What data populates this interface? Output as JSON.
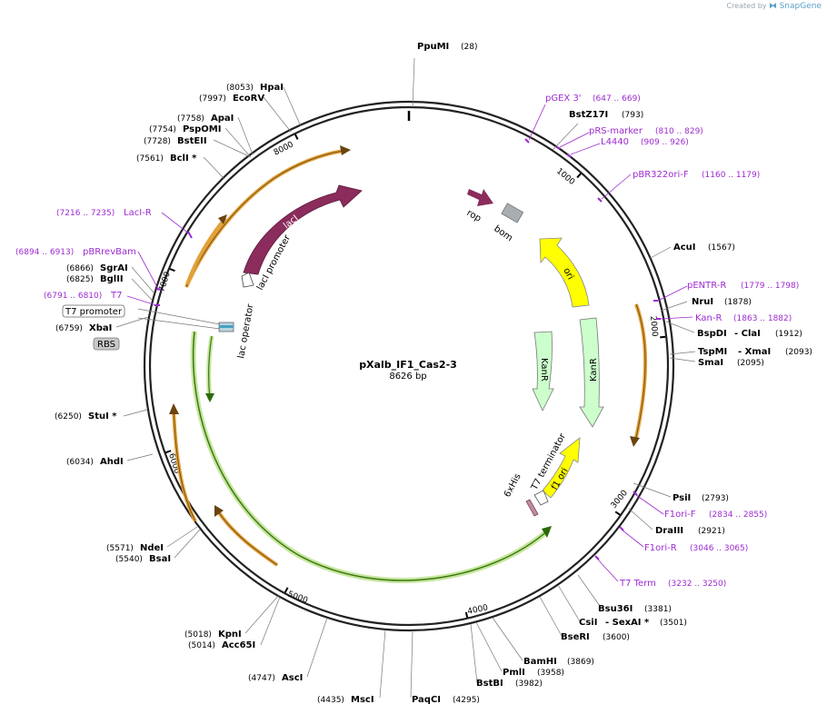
{
  "credit": {
    "prefix": "Created by",
    "brand": "SnapGene"
  },
  "plasmid": {
    "name": "pXalb_IF1_Cas2-3",
    "size_label": "8626 bp",
    "length": 8626
  },
  "ticks": [
    "1000",
    "2000",
    "3000",
    "4000",
    "5000",
    "6000",
    "7000",
    "8000"
  ],
  "enzymes": [
    {
      "name": "PpuMI",
      "pos": "(28)"
    },
    {
      "name": "BstZ17I",
      "pos": "(793)"
    },
    {
      "name": "AcuI",
      "pos": "(1567)"
    },
    {
      "name": "NruI",
      "pos": "(1878)"
    },
    {
      "name": "BspDI",
      "name2": "- ClaI",
      "pos": "(1912)"
    },
    {
      "name": "TspMI",
      "name2": "- XmaI",
      "pos": "(2093)"
    },
    {
      "name": "SmaI",
      "pos": "(2095)"
    },
    {
      "name": "PsiI",
      "pos": "(2793)"
    },
    {
      "name": "DraIII",
      "pos": "(2921)"
    },
    {
      "name": "Bsu36I",
      "pos": "(3381)"
    },
    {
      "name": "CsiI",
      "name2": "- SexAI *",
      "pos": "(3501)"
    },
    {
      "name": "BseRI",
      "pos": "(3600)"
    },
    {
      "name": "BamHI",
      "pos": "(3869)"
    },
    {
      "name": "PmlI",
      "pos": "(3958)"
    },
    {
      "name": "BstBI",
      "pos": "(3982)"
    },
    {
      "name": "PaqCI",
      "pos": "(4295)"
    },
    {
      "name": "MscI",
      "pos": "(4435)"
    },
    {
      "name": "AscI",
      "pos": "(4747)"
    },
    {
      "name": "KpnI",
      "pos": "(5018)"
    },
    {
      "name": "Acc65I",
      "pos": "(5014)"
    },
    {
      "name": "NdeI",
      "pos": "(5571)"
    },
    {
      "name": "BsaI",
      "pos": "(5540)"
    },
    {
      "name": "AhdI",
      "pos": "(6034)"
    },
    {
      "name": "StuI *",
      "pos": "(6250)"
    },
    {
      "name": "XbaI",
      "pos": "(6759)"
    },
    {
      "name": "BglII",
      "pos": "(6825)"
    },
    {
      "name": "SgrAI",
      "pos": "(6866)"
    },
    {
      "name": "BclI *",
      "pos": "(7561)"
    },
    {
      "name": "BstEII",
      "pos": "(7728)"
    },
    {
      "name": "PspOMI",
      "pos": "(7754)"
    },
    {
      "name": "ApaI",
      "pos": "(7758)"
    },
    {
      "name": "EcoRV",
      "pos": "(7997)"
    },
    {
      "name": "HpaI",
      "pos": "(8053)"
    }
  ],
  "primers": [
    {
      "name": "pGEX 3'",
      "pos": "(647 .. 669)"
    },
    {
      "name": "pRS-marker",
      "pos": "(810 .. 829)"
    },
    {
      "name": "L4440",
      "pos": "(909 .. 926)"
    },
    {
      "name": "pBR322ori-F",
      "pos": "(1160 .. 1179)"
    },
    {
      "name": "pENTR-R",
      "pos": "(1779 .. 1798)"
    },
    {
      "name": "Kan-R",
      "pos": "(1863 .. 1882)"
    },
    {
      "name": "F1ori-F",
      "pos": "(2834 .. 2855)"
    },
    {
      "name": "F1ori-R",
      "pos": "(3046 .. 3065)"
    },
    {
      "name": "T7 Term",
      "pos": "(3232 .. 3250)"
    },
    {
      "name": "LacI-R",
      "pos": "(7216 .. 7235)"
    },
    {
      "name": "pBRrevBam",
      "pos": "(6894 .. 6913)"
    },
    {
      "name": "T7",
      "pos": "(6791 .. 6810)"
    }
  ],
  "features": {
    "laci": "lacI",
    "laci_promoter": "lacI promoter",
    "lac_operator": "lac operator",
    "rop": "rop",
    "bom": "bom",
    "ori": "ori",
    "kanr_outer": "KanR",
    "kanr_inner": "KanR",
    "f1_ori": "f1 ori",
    "t7_terminator": "T7 terminator",
    "his6": "6xHis",
    "t7_promoter": "T7 promoter",
    "rbs": "RBS"
  },
  "colors": {
    "laci": "#8b2c5c",
    "rop": "#8b2c5c",
    "bom": "#a8adb2",
    "ori": "#ffff00",
    "kanr": "#ccffcc",
    "f1_ori": "#ffff00",
    "orf": "#f0c060",
    "orf_green": "#5aa020",
    "primer": "#9d2bd0"
  }
}
